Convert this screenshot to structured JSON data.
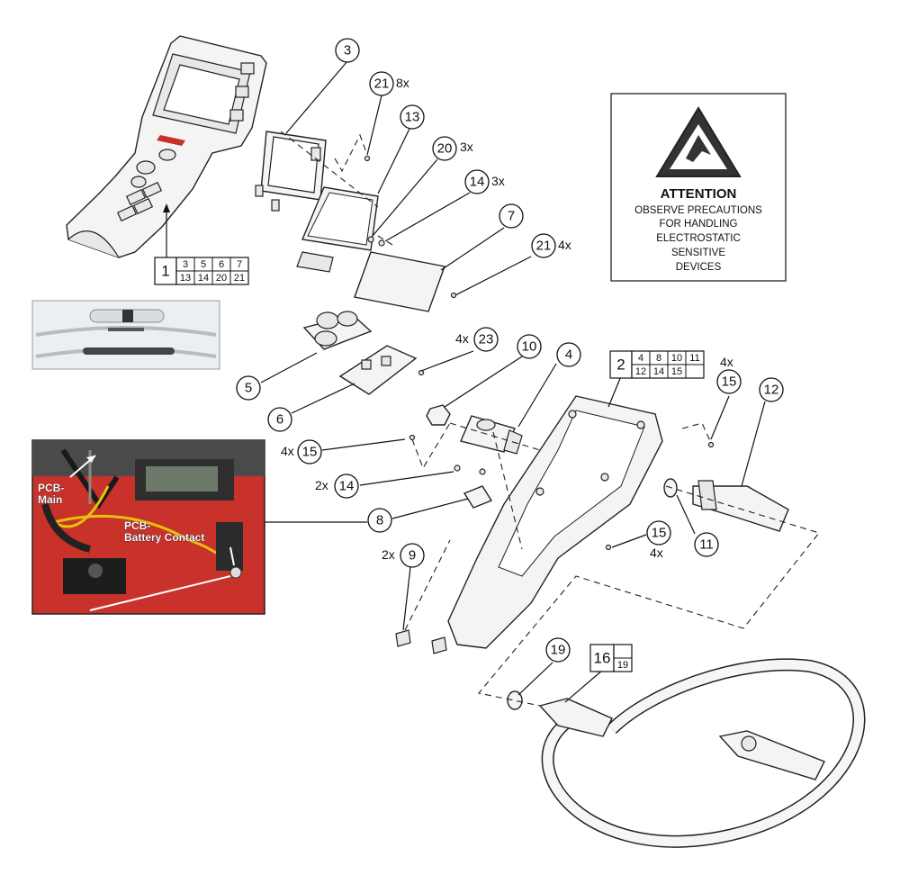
{
  "callouts": [
    {
      "id": "c3",
      "num": "3",
      "qty": ""
    },
    {
      "id": "c21a",
      "num": "21",
      "qty": "8x"
    },
    {
      "id": "c13",
      "num": "13",
      "qty": ""
    },
    {
      "id": "c20",
      "num": "20",
      "qty": "3x"
    },
    {
      "id": "c14a",
      "num": "14",
      "qty": "3x"
    },
    {
      "id": "c7",
      "num": "7",
      "qty": ""
    },
    {
      "id": "c21b",
      "num": "21",
      "qty": "4x"
    },
    {
      "id": "c5",
      "num": "5",
      "qty": ""
    },
    {
      "id": "c6",
      "num": "6",
      "qty": ""
    },
    {
      "id": "c23",
      "num": "23",
      "qty": "4x"
    },
    {
      "id": "c10",
      "num": "10",
      "qty": ""
    },
    {
      "id": "c4",
      "num": "4",
      "qty": ""
    },
    {
      "id": "c15a",
      "num": "15",
      "qty": "4x"
    },
    {
      "id": "c12",
      "num": "12",
      "qty": ""
    },
    {
      "id": "c15b",
      "num": "15",
      "qty": "4x"
    },
    {
      "id": "c14b",
      "num": "14",
      "qty": "2x"
    },
    {
      "id": "c8",
      "num": "8",
      "qty": ""
    },
    {
      "id": "c11",
      "num": "11",
      "qty": ""
    },
    {
      "id": "c15c",
      "num": "15",
      "qty": "4x"
    },
    {
      "id": "c9",
      "num": "9",
      "qty": "2x"
    },
    {
      "id": "c19",
      "num": "19",
      "qty": ""
    }
  ],
  "kits": [
    {
      "id": "k1",
      "main": "1",
      "row1": [
        "3",
        "5",
        "6",
        "7"
      ],
      "row2": [
        "13",
        "14",
        "20",
        "21"
      ]
    },
    {
      "id": "k2",
      "main": "2",
      "row1": [
        "4",
        "8",
        "10",
        "11"
      ],
      "row2": [
        "12",
        "14",
        "15"
      ]
    },
    {
      "id": "k16",
      "main": "16",
      "row1": [],
      "row2": [
        "19"
      ]
    }
  ],
  "warning": {
    "title": "ATTENTION",
    "lines": [
      "OBSERVE PRECAUTIONS",
      "FOR HANDLING",
      "ELECTROSTATIC",
      "SENSITIVE",
      "DEVICES"
    ],
    "icon": "esd-warning-triangle-icon"
  },
  "photo": {
    "labels": [
      "PCB-",
      "Main",
      "PCB-",
      "Battery Contact"
    ],
    "callout": "8"
  },
  "colors": {
    "photo_red": "#c8322a",
    "wire_yellow": "#e8c20a"
  }
}
